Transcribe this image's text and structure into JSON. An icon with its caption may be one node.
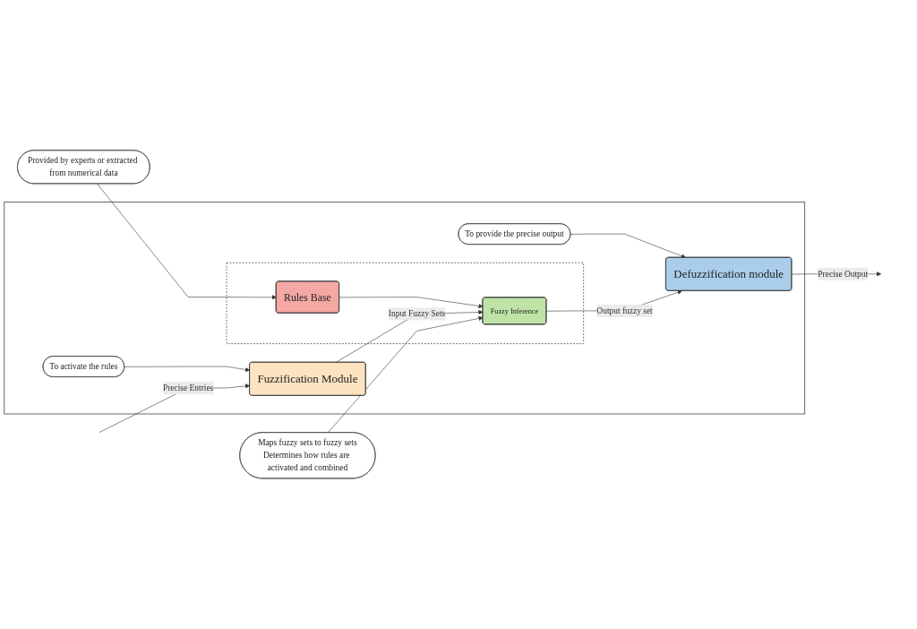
{
  "diagram": {
    "nodes": [
      {
        "text": [
          "Provided by experts or extracted from numerical data"
        ]
      },
      {
        "text": [],
        "shape": "box"
      },
      {
        "text": [
          "To activate the rules"
        ],
        "in": 1
      },
      {
        "text": [],
        "shape": "box",
        "in": 1
      },
      {
        "text": [
          "Rules Base"
        ],
        "in": 3
      },
      {
        "text": [
          "To provide the precise output"
        ],
        "in": 1
      },
      {
        "text": [
          "Fuzzification Module"
        ],
        "in": 1
      },
      {
        "text": [
          "Defuzzification module"
        ],
        "in": 1
      },
      {
        "text": [
          "Fuzzy Inference"
        ],
        "in": 3
      },
      {
        "text": [
          "Maps fuzzy sets to fuzzy sets",
          "Determines how rules are activated and combined"
        ]
      }
    ],
    "edges": [
      {
        "from": 0,
        "to": 4,
        "arrow": "to"
      },
      {
        "from": 2,
        "to": 6,
        "arrow": "to"
      },
      {
        "from": 5,
        "to": 7,
        "arrow": "to"
      },
      {
        "from": null,
        "to": 6,
        "arrow": "to",
        "label": "Precise Entries"
      },
      {
        "from": 4,
        "to": 8,
        "arrow": "to"
      },
      {
        "from": 6,
        "to": 8,
        "arrow": "to",
        "label": "Input Fuzzy Sets"
      },
      {
        "from": 8,
        "to": 7,
        "arrow": "to",
        "label": "Output fuzzy set"
      },
      {
        "from": 7,
        "to": null,
        "arrow": "to",
        "label": "Precise Output"
      },
      {
        "from": 9,
        "to": 8,
        "arrow": "to"
      }
    ]
  }
}
